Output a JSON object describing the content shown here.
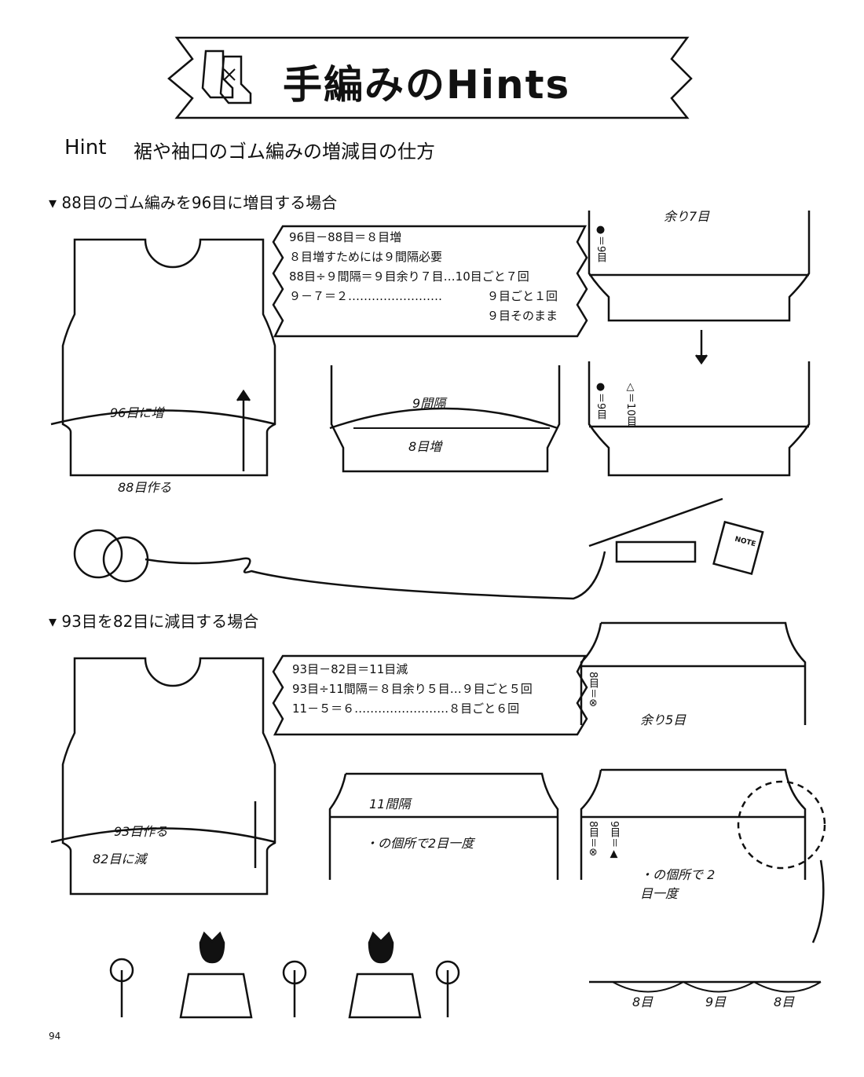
{
  "header": {
    "title": "手編みのHints",
    "subtitle_prefix": "Hint",
    "subtitle": "裾や袖口のゴム編みの増減目の仕方"
  },
  "section1": {
    "heading": "88目のゴム編みを96目に増目する場合",
    "calc": [
      "96目－88目＝８目増",
      "８目増すためには９間隔必要",
      "88目÷９間隔＝９目余り７目…10目ごと７回",
      "９－７＝２……………………",
      "９目ごと１回",
      "９目そのまま"
    ],
    "labels": {
      "increase": "96目に増",
      "cast_on": "88目作る",
      "intervals": "9間隔",
      "added": "8目増",
      "remainder": "余り7目",
      "dot_key": "●＝9目",
      "tri_key": "△＝10目"
    }
  },
  "section2": {
    "heading": "93目を82目に減目する場合",
    "calc": [
      "93目－82目＝11目減",
      "93目÷11間隔＝８目余り５目…９目ごと５回",
      "11－５＝６……………………８目ごと６回"
    ],
    "labels": {
      "cast_on": "93目作る",
      "decrease": "82目に減",
      "intervals": "11間隔",
      "k2tog": "・の個所で2目一度",
      "remainder": "余り5目",
      "x_key": "8目＝⊗",
      "tri_key": "9目＝▲",
      "k2tog2": "・の個所で 2目一度",
      "seg1": "8目",
      "seg2": "9目",
      "seg3": "8目"
    }
  },
  "footer": {
    "page_number": "94",
    "note_label": "NOTE"
  }
}
